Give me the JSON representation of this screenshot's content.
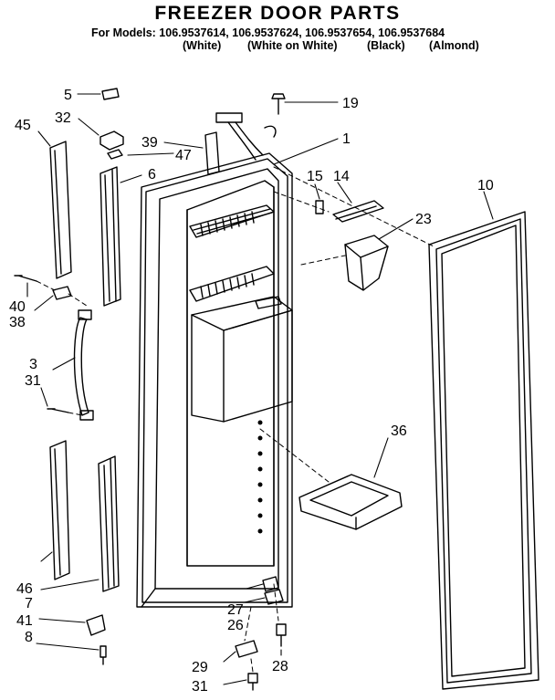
{
  "title": "FREEZER DOOR PARTS",
  "models_line": "For Models: 106.9537614, 106.9537624, 106.9537654, 106.9537684",
  "variants": [
    "(White)",
    "(White on White)",
    "(Black)",
    "(Almond)"
  ],
  "callouts": [
    "5",
    "19",
    "45",
    "32",
    "39",
    "47",
    "1",
    "6",
    "15",
    "14",
    "10",
    "23",
    "40",
    "38",
    "3",
    "31",
    "36",
    "46",
    "7",
    "27",
    "26",
    "41",
    "8",
    "28",
    "29",
    "31"
  ]
}
